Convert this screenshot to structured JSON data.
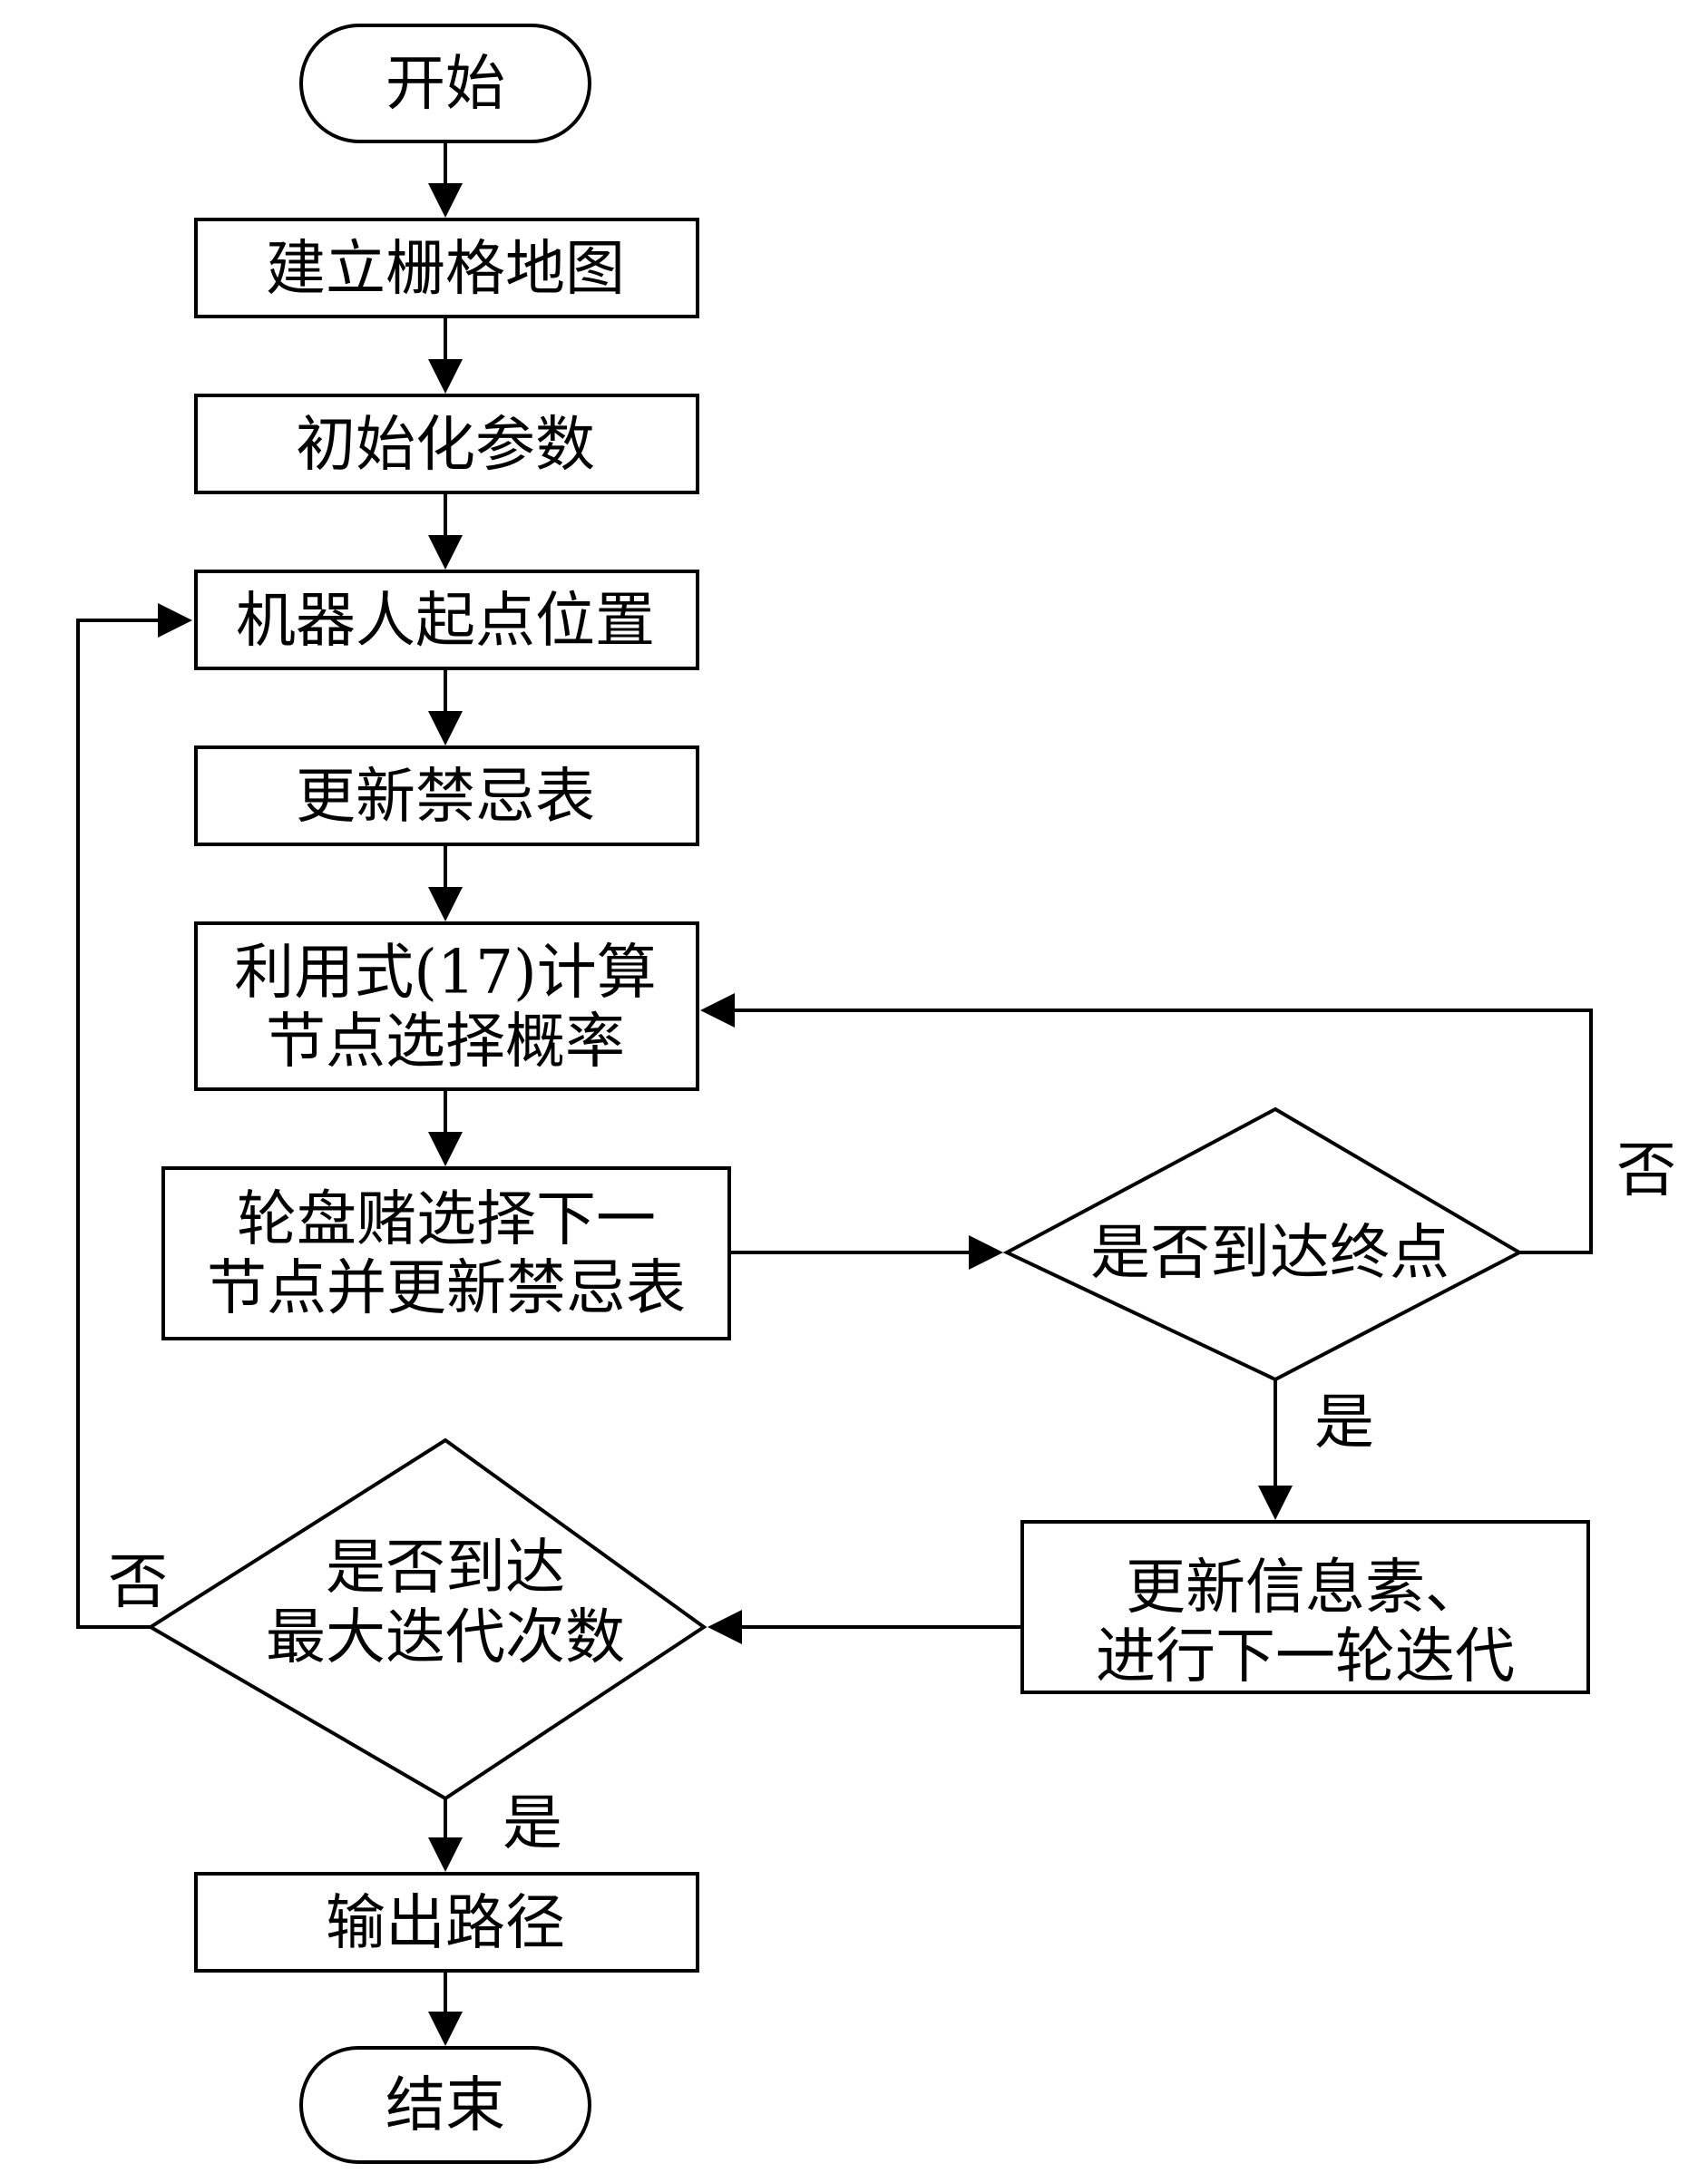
{
  "flowchart": {
    "start": "开始",
    "build_map": "建立栅格地图",
    "init_params": "初始化参数",
    "robot_start": "机器人起点位置",
    "update_tabu": "更新禁忌表",
    "calc_prob": {
      "line1": "利用式(17)计算",
      "line2": "节点选择概率"
    },
    "roulette": {
      "line1": "轮盘赌选择下一",
      "line2": "节点并更新禁忌表"
    },
    "reach_end": "是否到达终点",
    "update_pheromone": {
      "line1": "更新信息素、",
      "line2": "进行下一轮迭代"
    },
    "max_iter": {
      "line1": "是否到达",
      "line2": "最大迭代次数"
    },
    "output_path": "输出路径",
    "end": "结束"
  },
  "labels": {
    "reach_end_no": "否",
    "reach_end_yes": "是",
    "max_iter_no": "否",
    "max_iter_yes": "是"
  }
}
